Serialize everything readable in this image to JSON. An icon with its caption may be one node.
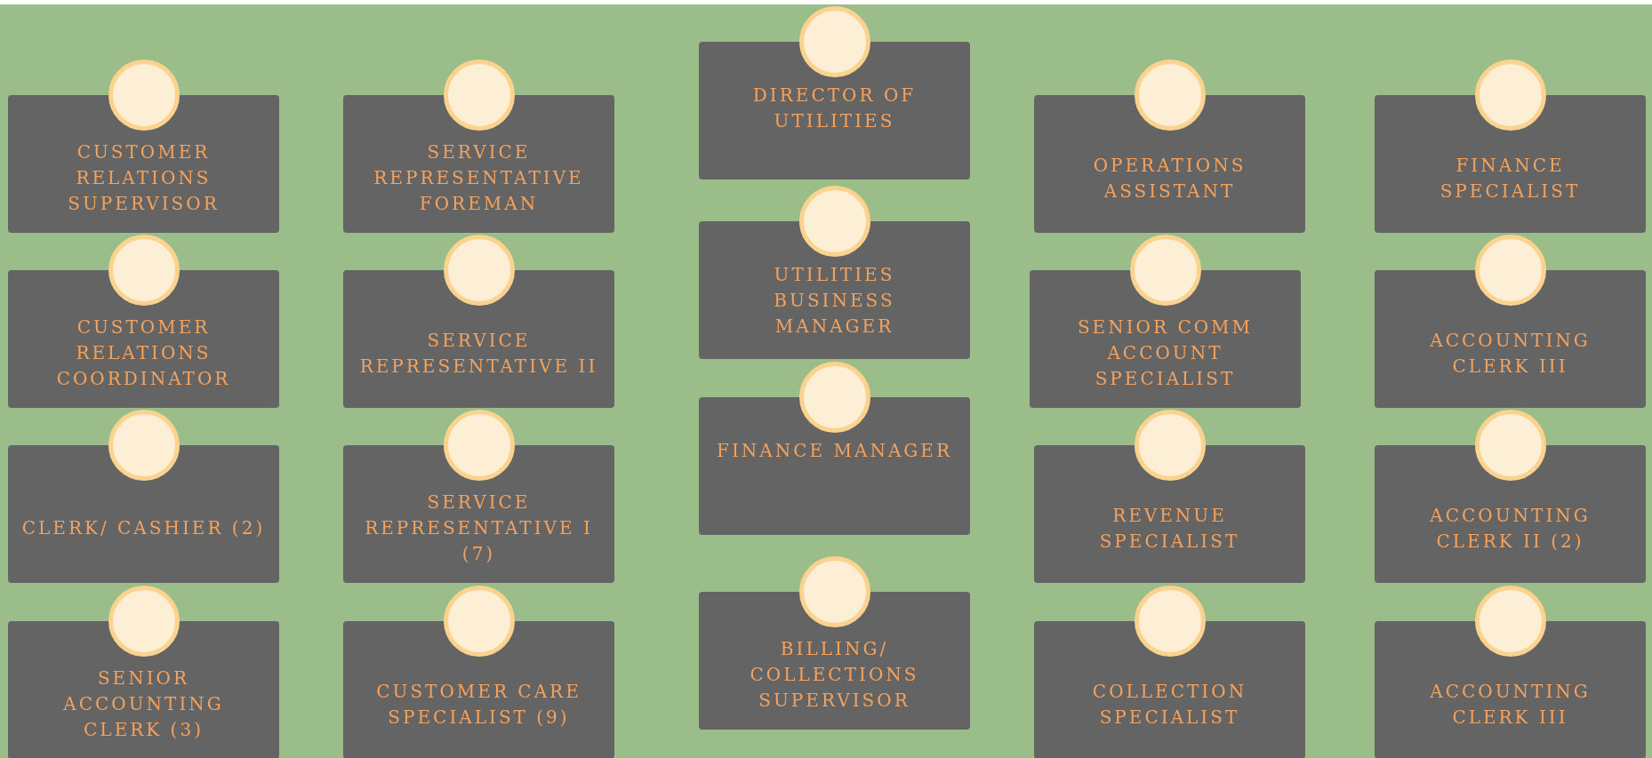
{
  "diagram": {
    "nodes": [
      {
        "text": [
          "CUSTOMER RELATIONS SUPERVISOR"
        ]
      },
      {
        "text": [
          "SERVICE REPRESENTATIVE FOREMAN"
        ]
      },
      {
        "text": [
          "DIRECTOR OF UTILITIES"
        ]
      },
      {
        "text": [
          "OPERATIONS ASSISTANT"
        ]
      },
      {
        "text": [
          "FINANCE SPECIALIST"
        ]
      },
      {
        "text": [
          "CUSTOMER RELATIONS COORDINATOR"
        ]
      },
      {
        "text": [
          "SERVICE REPRESENTATIVE II"
        ]
      },
      {
        "text": [
          "UTILITIES BUSINESS MANAGER"
        ]
      },
      {
        "text": [
          "SENIOR COMM ACCOUNT SPECIALIST"
        ]
      },
      {
        "text": [
          "ACCOUNTING CLERK III"
        ]
      },
      {
        "text": [
          "CLERK/ CASHIER (2)"
        ]
      },
      {
        "text": [
          "SERVICE REPRESENTATIVE I (7)"
        ]
      },
      {
        "text": [
          "FINANCE MANAGER"
        ]
      },
      {
        "text": [
          "REVENUE SPECIALIST"
        ]
      },
      {
        "text": [
          "ACCOUNTING CLERK II (2)"
        ]
      },
      {
        "text": [
          "SENIOR ACCOUNTING CLERK (3)"
        ]
      },
      {
        "text": [
          "CUSTOMER CARE SPECIALIST (9)"
        ]
      },
      {
        "text": [
          "BILLING/ COLLECTIONS SUPERVISOR"
        ]
      },
      {
        "text": [
          "COLLECTION SPECIALIST"
        ]
      },
      {
        "text": [
          "ACCOUNTING CLERK III"
        ]
      }
    ]
  }
}
